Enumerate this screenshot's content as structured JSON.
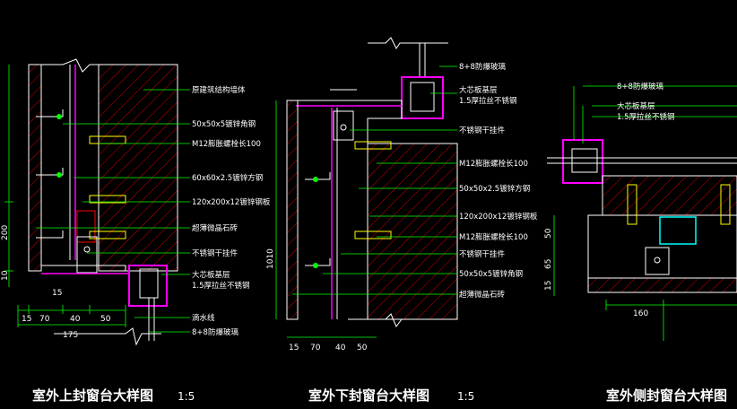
{
  "colors": {
    "background": "#000000",
    "leader": "#00ff00",
    "wall": "#ffffff",
    "profile": "#ff00ff",
    "fixing": "#00ffff",
    "bolt": "#ffff00",
    "hatch": "#ff0000",
    "text": "#ffffff"
  },
  "detail_1": {
    "title": "室外上封窗台大样图",
    "scale": "1:5",
    "labels": [
      "原建筑结构墙体",
      "50x50x5镀锌角钢",
      "M12膨胀螺栓长100",
      "60x60x2.5镀锌方钢",
      "120x200x12镀锌钢板",
      "超薄微晶石砖",
      "不锈钢干挂件",
      "大芯板基层",
      "1.5厚拉丝不锈钢",
      "滴水线",
      "8+8防爆玻璃"
    ],
    "dims_horizontal": [
      "15",
      "70",
      "40",
      "50",
      "175"
    ],
    "dims_vertical": [
      "200",
      "10"
    ],
    "dim_small": "15"
  },
  "detail_2": {
    "title": "室外下封窗台大样图",
    "scale": "1:5",
    "labels": [
      "8+8防爆玻璃",
      "大芯板基层",
      "1.5厚拉丝不锈钢",
      "不锈钢干挂件",
      "M12膨胀螺栓长100",
      "50x50x2.5镀锌方钢",
      "120x200x12镀锌钢板",
      "M12膨胀螺栓长100",
      "不锈钢干挂件",
      "50x50x5镀锌角钢",
      "超薄微晶石砖"
    ],
    "dims_horizontal": [
      "15",
      "70",
      "40",
      "50"
    ],
    "dims_vertical": [
      "1010"
    ]
  },
  "detail_3": {
    "title": "室外侧封窗台大样图",
    "labels": [
      "8+8防爆玻璃",
      "大芯板基层",
      "1.5厚拉丝不锈钢"
    ],
    "dims_horizontal": [
      "160"
    ],
    "dims_vertical": [
      "50",
      "65",
      "15"
    ]
  }
}
